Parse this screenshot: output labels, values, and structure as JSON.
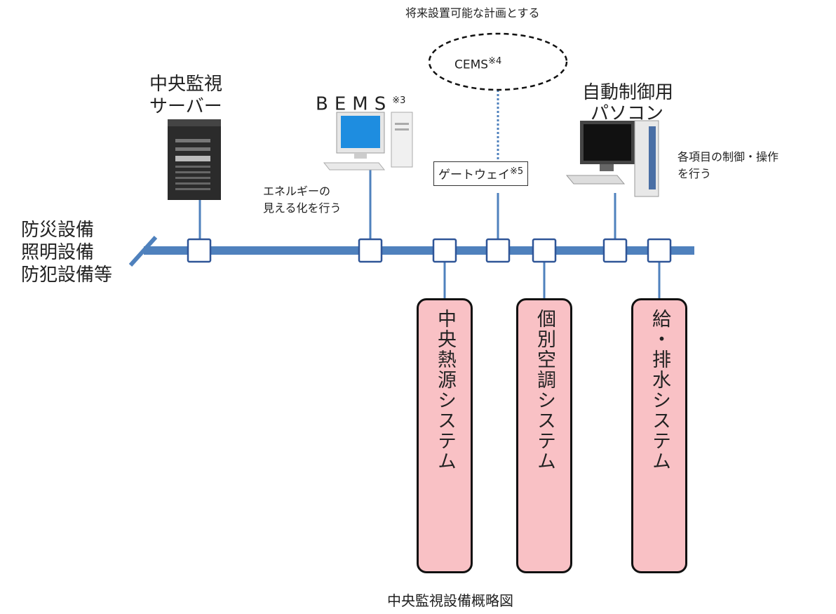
{
  "diagram": {
    "caption": "中央監視設備概略図",
    "cems": {
      "label": "CEMS",
      "note_mark": "※4",
      "future_note": "将来設置可能な計画とする"
    },
    "gateway": {
      "label": "ゲートウェイ",
      "note_mark": "※5"
    },
    "central_server": {
      "line1": "中央監視",
      "line2": "サーバー"
    },
    "bems": {
      "label": "BEMS",
      "note_mark": "※3",
      "desc_line1": "エネルギーの",
      "desc_line2": "見える化を行う"
    },
    "control_pc": {
      "line1": "自動制御用",
      "line2": "パソコン",
      "desc_line1": "各項目の制御・操作",
      "desc_line2": "を行う"
    },
    "left_equipment": [
      "防災設備",
      "照明設備",
      "防犯設備等"
    ],
    "systems": [
      {
        "label": "中央熱源システム"
      },
      {
        "label": "個別空調システム"
      },
      {
        "label": "給・排水システム"
      }
    ]
  },
  "colors": {
    "bus": "#4f81bd",
    "system_fill": "#f9c1c5"
  }
}
